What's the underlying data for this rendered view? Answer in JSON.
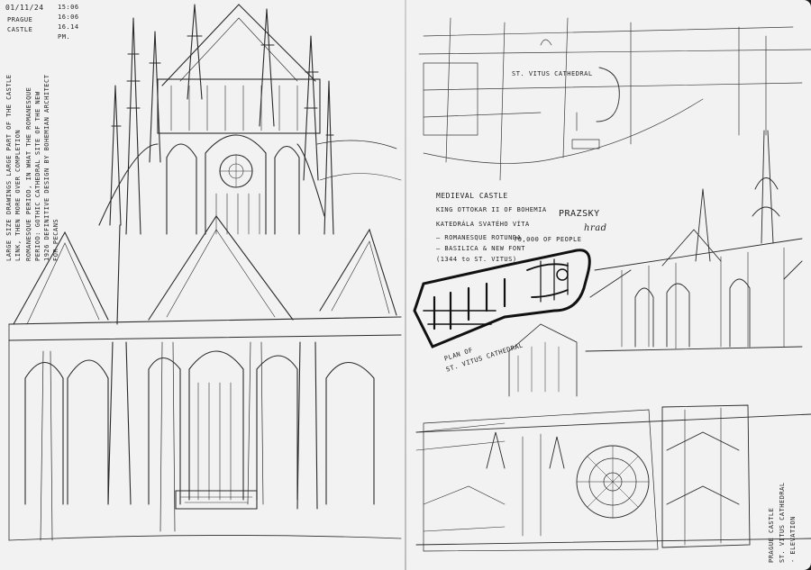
{
  "header": {
    "date": "01/11/24",
    "place_line1": "PRAGUE",
    "place_line2": "CASTLE",
    "times": [
      "15:06",
      "16:06",
      "16.14",
      "PM."
    ]
  },
  "left_page": {
    "subject": "St. Vitus Cathedral east end",
    "vertical_notes": [
      "LARGE SIZE DRAWINGS LARGE PART OF THE CASTLE",
      "LINK, THEN MORE OVER COMPLETION",
      "ROMANESQUE PERIOD, IN WHAT THE ROMANESQUE",
      "PERIOD: GOTHIC CATHEDRAL SITE OF THE NEW",
      "1926 DEFINITIVE DESIGN BY BOHEMIAN ARCHITECT",
      "FOR PECANS"
    ]
  },
  "right_page": {
    "plan_title": "ST. VITUS CATHEDRAL",
    "notes": [
      "MEDIEVAL CASTLE",
      "KING OTTOKAR II OF BOHEMIA",
      "KATEDRÁLA SVATÉHO VÍTA",
      "— ROMANESQUE ROTUNDA",
      "— BASILICA & NEW FONT",
      "(1344 to ST. VITUS)"
    ],
    "count_note": "70,000 OF PEOPLE",
    "prazsky": "PRAZSKY",
    "hrad": "hrad",
    "plan_label_1": "PLAN OF",
    "plan_label_2": "ST. VITUS CATHEDRAL",
    "elevation_line1": "PRAGUE CASTLE",
    "elevation_line2": "ST. VITUS CATHEDRAL",
    "elevation_line3": "- ELEVATION"
  }
}
